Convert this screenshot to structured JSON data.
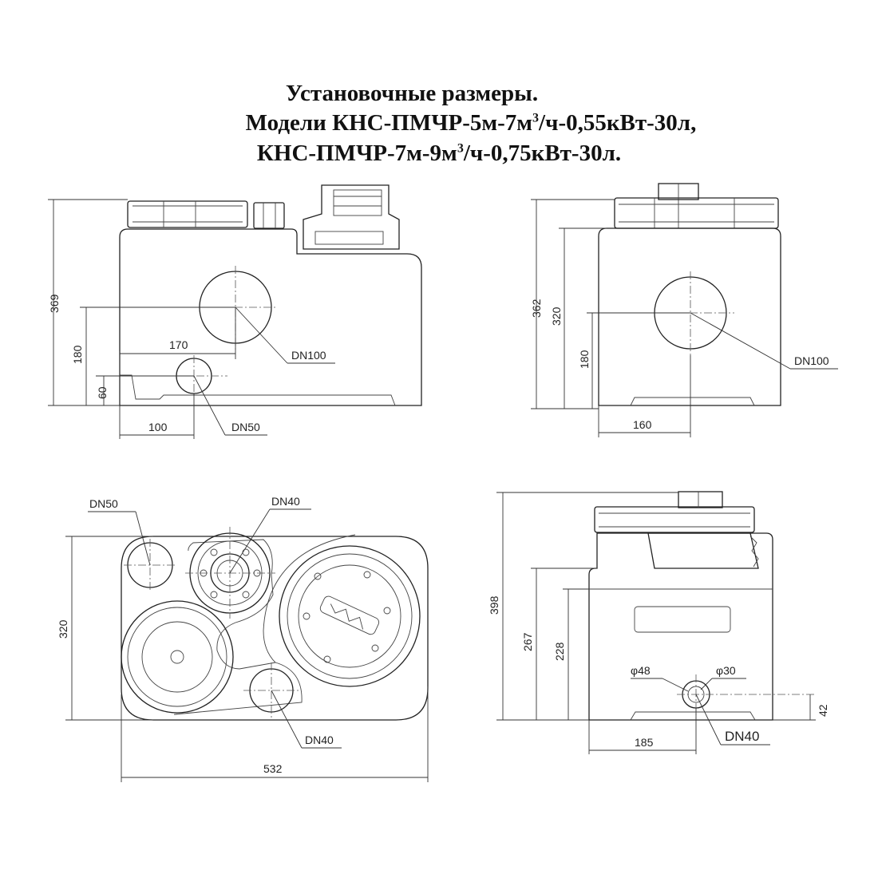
{
  "title": {
    "line1": "Установочные размеры.",
    "line2_a": "Модели КНС-ПМЧР-5м-7м",
    "line2_sup": "3",
    "line2_b": "/ч-0,55кВт-30л,",
    "line3_a": "КНС-ПМЧР-7м-9м",
    "line3_sup": "3",
    "line3_b": "/ч-0,75кВт-30л."
  },
  "views": {
    "front": {
      "height_total": "369",
      "height_inlet": "180",
      "height_drain": "60",
      "inlet_offset": "170",
      "drain_offset": "100",
      "inlet_label": "DN100",
      "drain_label": "DN50"
    },
    "side": {
      "height_total": "362",
      "height_top": "320",
      "height_inlet": "180",
      "inlet_offset": "160",
      "inlet_label": "DN100"
    },
    "top": {
      "vent_label": "DN50",
      "outlet_label": "DN40",
      "bottom_outlet_label": "DN40",
      "depth": "320",
      "width": "532"
    },
    "rear": {
      "height_total": "398",
      "height_mid": "267",
      "height_body": "228",
      "height_outlet": "42",
      "outer_diameter": "φ48",
      "inner_diameter": "φ30",
      "outlet_offset": "185",
      "outlet_label": "DN40"
    }
  }
}
